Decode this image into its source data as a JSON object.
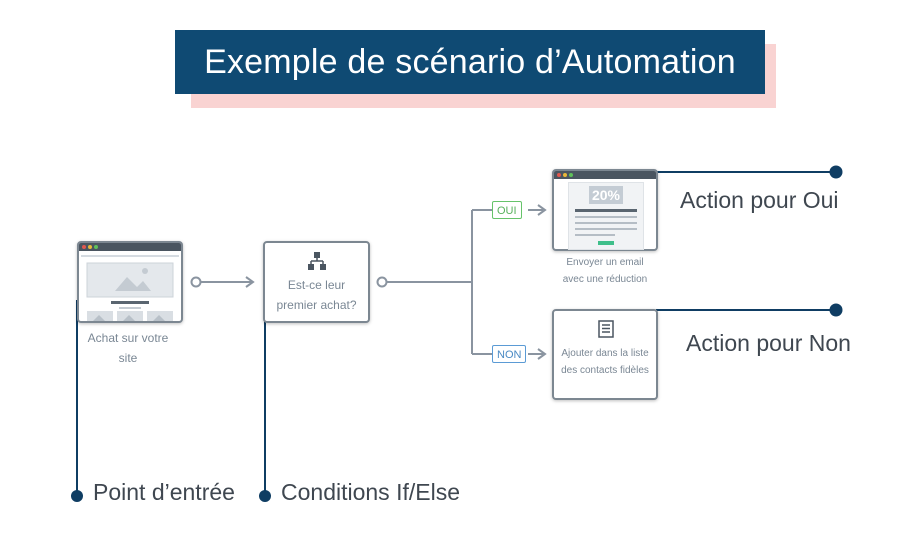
{
  "title": "Exemple de scénario d’Automation",
  "nodes": {
    "entry": {
      "label_line1": "Achat sur votre",
      "label_line2": "site"
    },
    "condition": {
      "label_line1": "Est-ce leur",
      "label_line2": "premier achat?"
    },
    "email": {
      "badge": "20%",
      "label_line1": "Envoyer un email",
      "label_line2": "avec une réduction"
    },
    "list": {
      "label_line1": "Ajouter dans la liste",
      "label_line2": "des contacts fidèles"
    }
  },
  "branches": {
    "yes": "OUI",
    "no": "NON"
  },
  "annotations": {
    "entry_point": "Point d’entrée",
    "conditions": "Conditions If/Else",
    "action_yes": "Action pour Oui",
    "action_no": "Action pour Non"
  },
  "icons": {
    "condition": "hierarchy-icon",
    "list": "document-list-icon",
    "entry": "image-placeholder-icon"
  },
  "colors": {
    "title_bg": "#0f4a73",
    "title_shadow": "#f9d3d2",
    "connector": "#8a94a0",
    "annotation_line": "#0f3d63",
    "yes": "#66c36a",
    "no": "#5b9bd5"
  }
}
